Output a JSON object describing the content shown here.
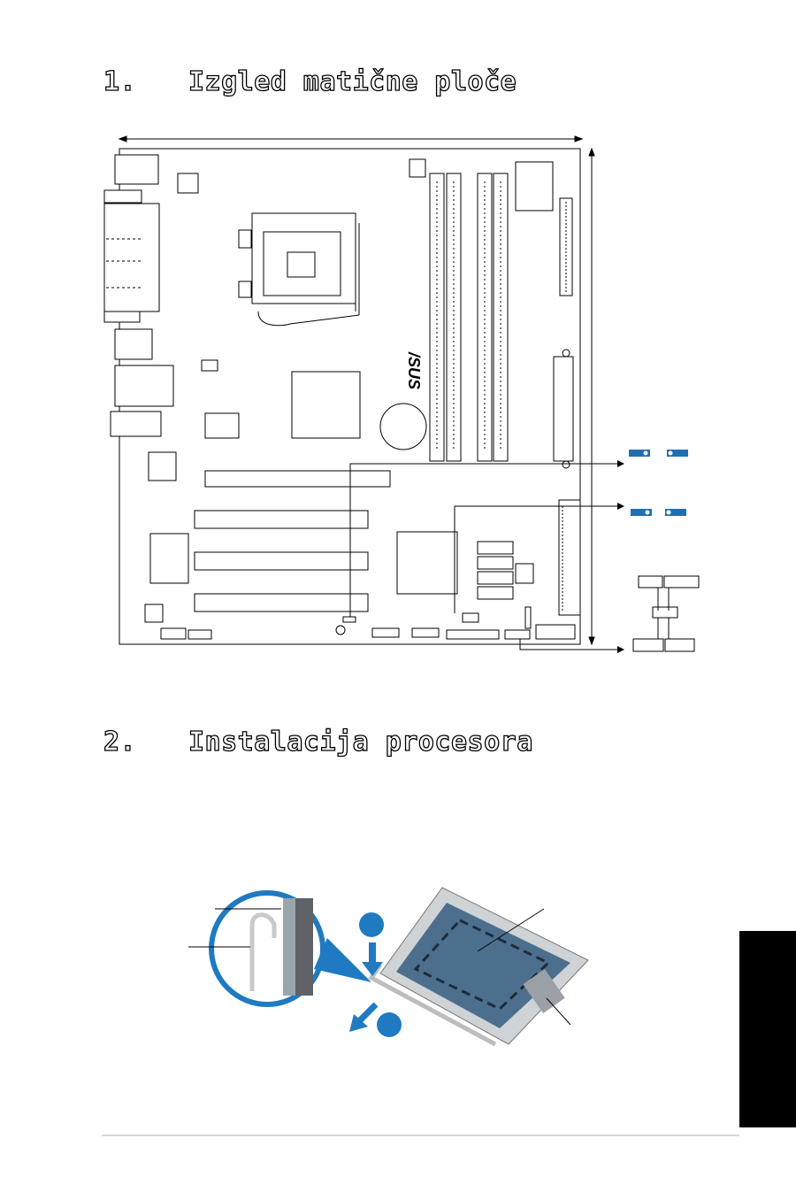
{
  "section1": {
    "number": "1.",
    "title": "Izgled matične ploče"
  },
  "section2": {
    "number": "2.",
    "title": "Instalacija procesora"
  },
  "board": {
    "brand_logo": "/SUS"
  },
  "colors": {
    "jumper_blue": "#1f6fb5",
    "accent_blue": "#1f7ac2",
    "socket_blue": "#4d6f8e",
    "tab": "#000000"
  },
  "icons": {
    "arrow": "arrow-right-icon",
    "step": "step-circle-icon"
  }
}
